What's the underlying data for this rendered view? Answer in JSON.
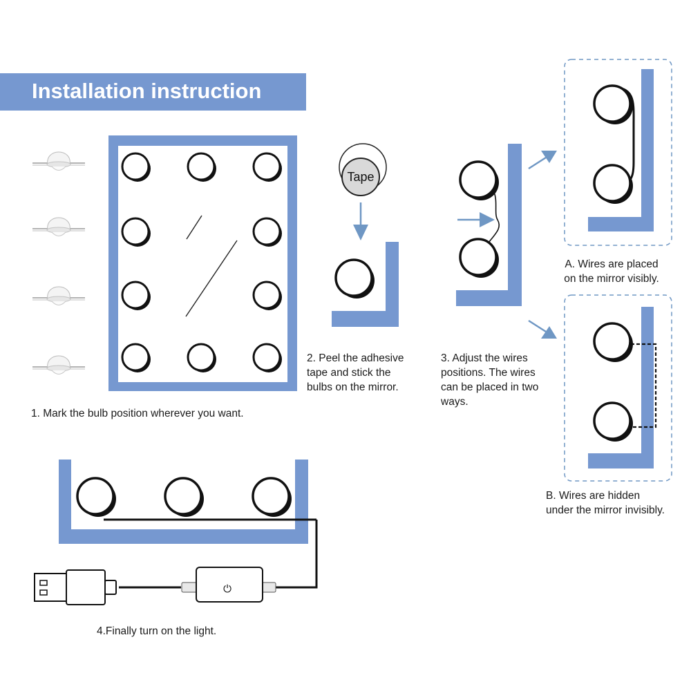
{
  "title": "Installation instruction",
  "tape_label": "Tape",
  "power_icon": "⏻",
  "steps": {
    "step1": "1. Mark the bulb position wherever you want.",
    "step2": "2. Peel the adhesive\ntape and stick the\nbulbs on the mirror.",
    "step3": "3. Adjust the wires\npositions. The wires\ncan be placed in two\nways.",
    "step4": "4.Finally turn on the light."
  },
  "options": {
    "a": "A. Wires are placed\non the mirror visibly.",
    "b": "B. Wires are hidden\nunder the mirror invisibly."
  },
  "colors": {
    "accent": "#7698d0",
    "dashed_frame": "#6f97c4",
    "ink": "#111111"
  },
  "icons": [
    "led-bulb-icon",
    "tape-icon",
    "arrow-icon",
    "usb-plug-icon",
    "power-switch-icon"
  ]
}
